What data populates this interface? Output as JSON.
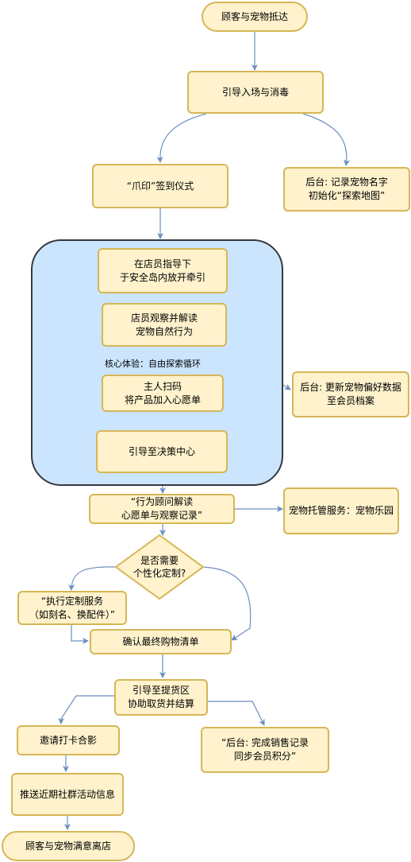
{
  "nodes": {
    "arrive": "顾客与宠物抵达",
    "guide_entry": "引导入场与消毒",
    "paw_checkin": "“爪印”签到仪式",
    "backend_record": "后台: 记录宠物名字\n初始化“探索地图”",
    "release_leash": "在店员指导下\n于安全岛内放开牵引",
    "observe": "店员观察并解读\n宠物自然行为",
    "loop_label": "核心体验：自由探索循环",
    "scan": "主人扫码\n将产品加入心愿单",
    "decision_center": "引导至决策中心",
    "backend_pref": "后台: 更新宠物偏好数据\n至会员档案",
    "advisor": "“行为顾问解读\n心愿单与观察记录”",
    "daycare": "宠物托管服务：宠物乐园",
    "need_custom": "是否需要\n个性化定制?",
    "custom_service": "“执行定制服务\n（如刻名、换配件）”",
    "confirm_list": "确认最终购物清单",
    "pickup": "引导至提货区\n协助取货并结算",
    "photo": "邀请打卡合影",
    "backend_sales": "“后台: 完成销售记录\n同步会员积分”",
    "community": "推送近期社群活动信息",
    "leave": "顾客与宠物满意离店"
  },
  "colors": {
    "node_fill": "#fff2cc",
    "node_border": "#d6b656",
    "region_fill": "#cce5ff",
    "region_border": "#36393d",
    "edge": "#6c8ebf"
  }
}
